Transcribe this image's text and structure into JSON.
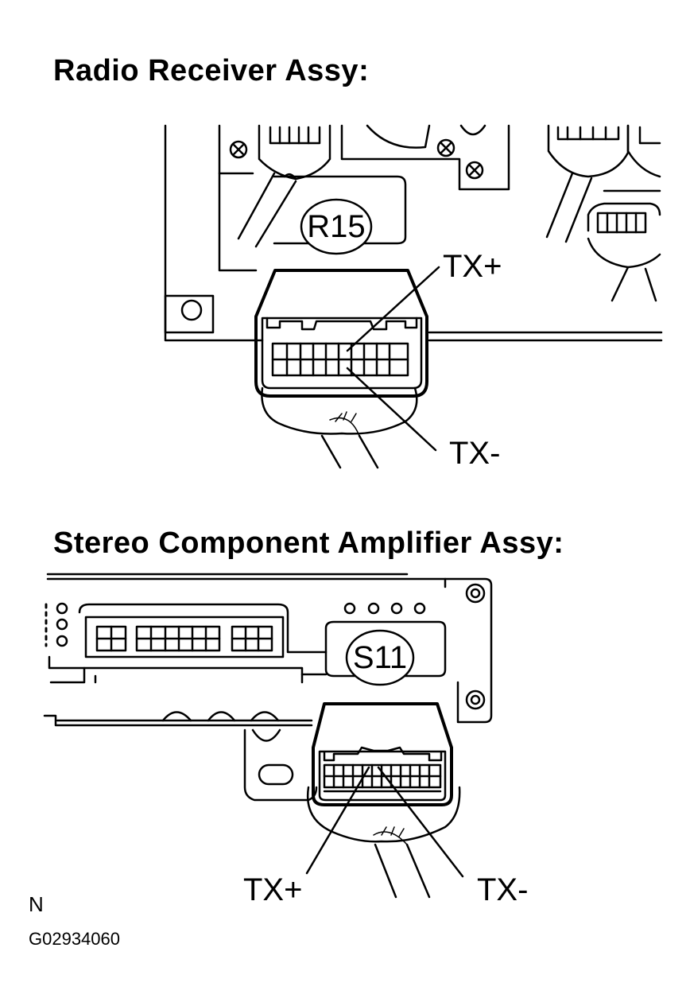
{
  "sections": [
    {
      "title": "Radio Receiver Assy:",
      "connector_id": "R15",
      "pin_labels": {
        "plus": "TX+",
        "minus": "TX-"
      }
    },
    {
      "title": "Stereo Component Amplifier Assy:",
      "connector_id": "S11",
      "pin_labels": {
        "plus": "TX+",
        "minus": "TX-"
      }
    }
  ],
  "footer": {
    "view_code": "N",
    "figure_code": "G02934060"
  }
}
